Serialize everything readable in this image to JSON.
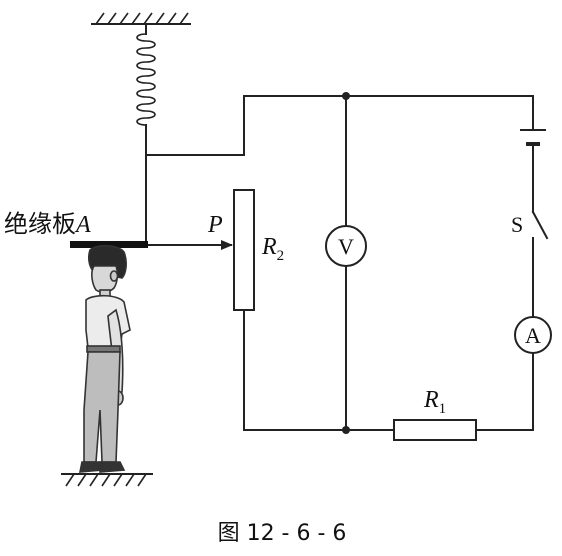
{
  "labels": {
    "plate": "绝缘板",
    "plate_letter": "A",
    "slider": "P",
    "rheostat": "R",
    "rheostat_sub": "2",
    "voltmeter": "V",
    "ammeter": "A",
    "switch": "S",
    "resistor": "R",
    "resistor_sub": "1"
  },
  "caption": "图 12 - 6 - 6"
}
